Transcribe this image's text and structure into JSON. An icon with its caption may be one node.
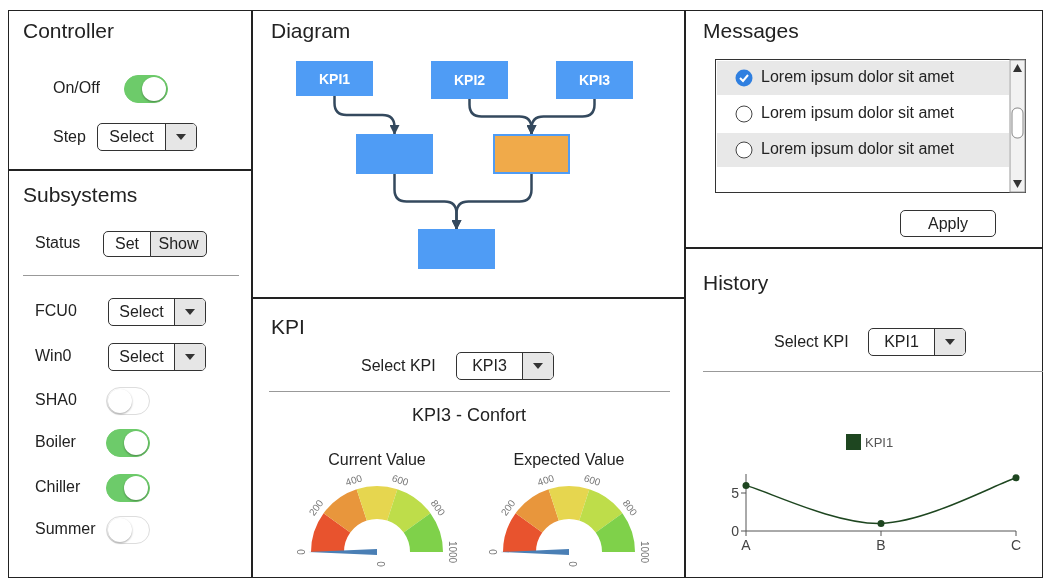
{
  "diagram": {
    "nodes": [
      {
        "text": [
          "Controller"
        ]
      },
      {
        "text": [
          "Subsystems"
        ]
      },
      {
        "text": [
          "Diagram"
        ]
      },
      {
        "text": [
          "KPI1"
        ],
        "in": 2
      },
      {
        "text": [
          "KPI2"
        ],
        "in": 2
      },
      {
        "text": [
          "KPI3"
        ],
        "in": 2
      },
      {
        "text": [],
        "shape": "box",
        "in": 2
      },
      {
        "text": [],
        "shape": "box",
        "in": 2
      },
      {
        "text": [],
        "shape": "box",
        "in": 2
      },
      {
        "text": [
          "KPI"
        ]
      },
      {
        "text": [
          "Messages"
        ]
      },
      {
        "text": [
          "History"
        ]
      }
    ],
    "edges": [
      {
        "from": 3,
        "to": 6,
        "arrow": "to"
      },
      {
        "from": 4,
        "to": 7,
        "arrow": "to"
      },
      {
        "from": 5,
        "to": 7,
        "arrow": "to"
      },
      {
        "from": 6,
        "to": 8,
        "arrow": "to"
      },
      {
        "from": 7,
        "to": 8,
        "arrow": "to"
      }
    ],
    "labels": [
      "On/Off",
      "Step",
      "Select",
      "Status",
      "Set",
      "Show",
      "FCU0",
      "Select",
      "Win0",
      "Select",
      "SHA0",
      "Boiler",
      "Chiller",
      "Summer",
      "Select KPI",
      "KPI3",
      "KPI3 - Confort",
      "Current Value",
      "Expected Value",
      "0",
      "200",
      "400",
      "600",
      "800",
      "1000",
      "0",
      "0",
      "200",
      "400",
      "600",
      "800",
      "1000",
      "0",
      "Lorem ipsum dolor sit amet",
      "Lorem ipsum dolor sit amet",
      "Lorem ipsum dolor sit amet",
      "Apply",
      "Select KPI",
      "KPI1"
    ],
    "chart_data": {
      "type": "line",
      "categories": [
        "A",
        "B",
        "C"
      ],
      "yticks": [
        0,
        5
      ],
      "ylim": [
        0,
        7.5
      ],
      "series": [
        {
          "name": "KPI1",
          "color": "#1e4620",
          "values": [
            6,
            1,
            7
          ],
          "marker": "circle"
        }
      ]
    }
  }
}
